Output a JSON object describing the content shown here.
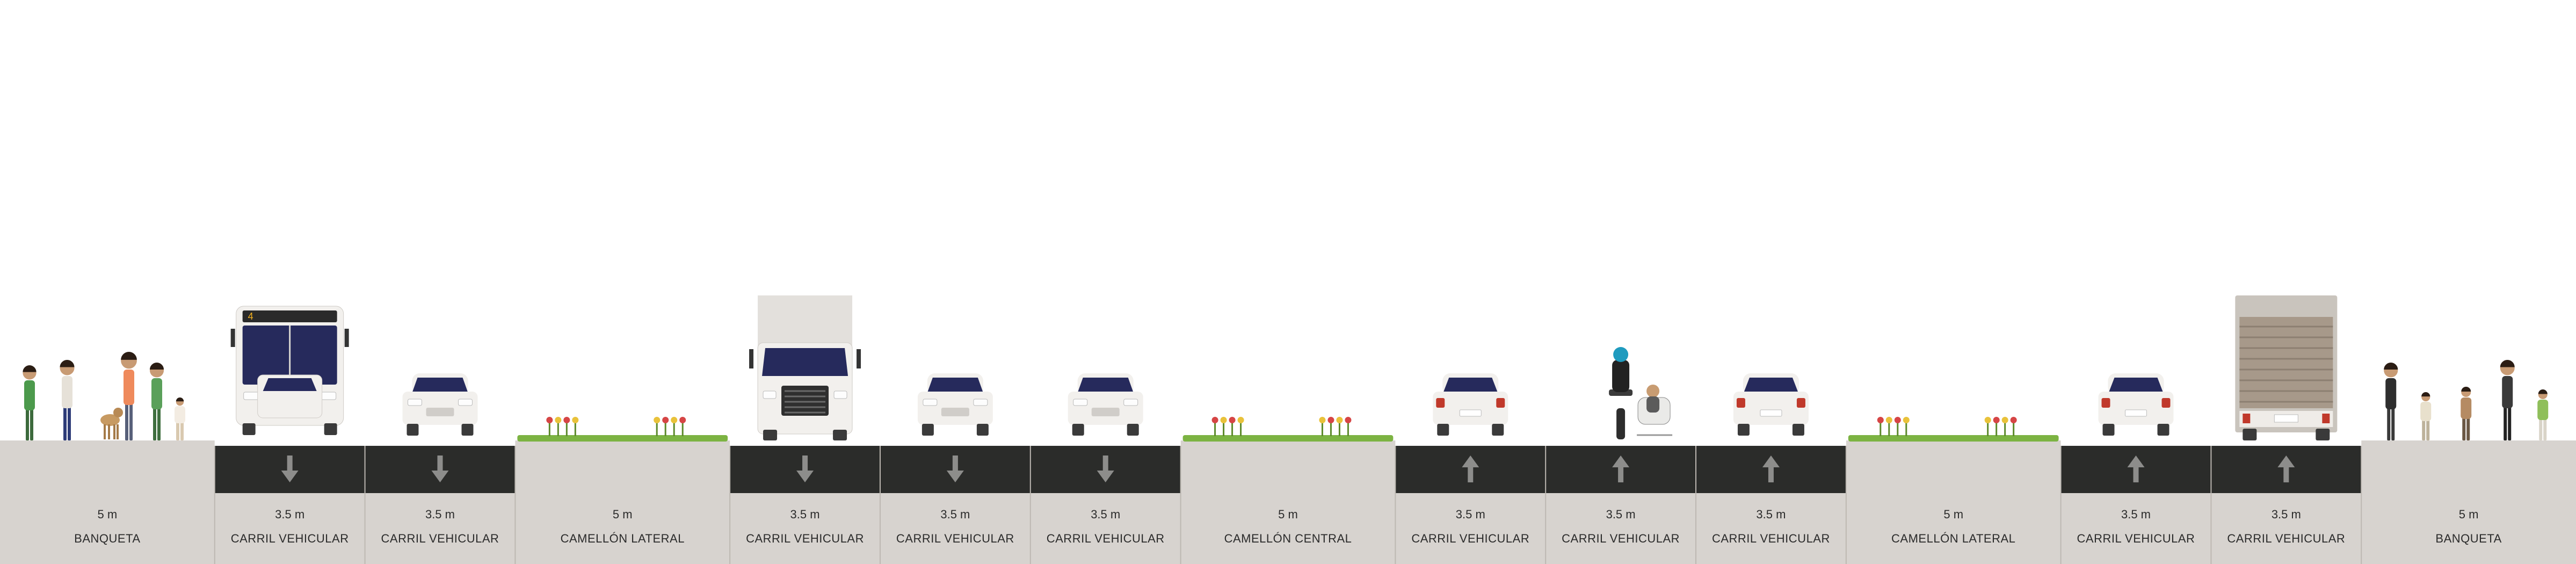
{
  "segments": [
    {
      "width": "5 m",
      "name": "BANQUETA",
      "kind": "sidewalk"
    },
    {
      "width": "3.5 m",
      "name": "CARRIL VEHICULAR",
      "kind": "lane",
      "dir": "down",
      "vehicle": "bus"
    },
    {
      "width": "3.5 m",
      "name": "CARRIL VEHICULAR",
      "kind": "lane",
      "dir": "down",
      "vehicle": "car-front"
    },
    {
      "width": "5 m",
      "name": "CAMELLÓN LATERAL",
      "kind": "median"
    },
    {
      "width": "3.5 m",
      "name": "CARRIL VEHICULAR",
      "kind": "lane",
      "dir": "down",
      "vehicle": "truck-front"
    },
    {
      "width": "3.5 m",
      "name": "CARRIL VEHICULAR",
      "kind": "lane",
      "dir": "down",
      "vehicle": "car-front"
    },
    {
      "width": "3.5 m",
      "name": "CARRIL VEHICULAR",
      "kind": "lane",
      "dir": "down",
      "vehicle": "car-front"
    },
    {
      "width": "5 m",
      "name": "CAMELLÓN CENTRAL",
      "kind": "median"
    },
    {
      "width": "3.5 m",
      "name": "CARRIL VEHICULAR",
      "kind": "lane",
      "dir": "up",
      "vehicle": "car-rear"
    },
    {
      "width": "3.5 m",
      "name": "CARRIL VEHICULAR",
      "kind": "lane",
      "dir": "up",
      "vehicle": "motorcycle"
    },
    {
      "width": "3.5 m",
      "name": "CARRIL VEHICULAR",
      "kind": "lane",
      "dir": "up",
      "vehicle": "car-rear"
    },
    {
      "width": "5 m",
      "name": "CAMELLÓN LATERAL",
      "kind": "median"
    },
    {
      "width": "3.5 m",
      "name": "CARRIL VEHICULAR",
      "kind": "lane",
      "dir": "up",
      "vehicle": "car-rear"
    },
    {
      "width": "3.5 m",
      "name": "CARRIL VEHICULAR",
      "kind": "lane",
      "dir": "up",
      "vehicle": "truck-rear"
    },
    {
      "width": "5 m",
      "name": "BANQUETA",
      "kind": "sidewalk"
    }
  ],
  "bus_route": "4",
  "colors": {
    "sidewalk": "#d7d3cf",
    "asphalt": "#2b2c2a",
    "lane_marking": "#4a4b49",
    "arrow": "#8d8d8b",
    "grass": "#7cb342",
    "vehicle_body": "#f2f0ed",
    "windshield": "#262a5c",
    "text": "#2a2a2a"
  }
}
